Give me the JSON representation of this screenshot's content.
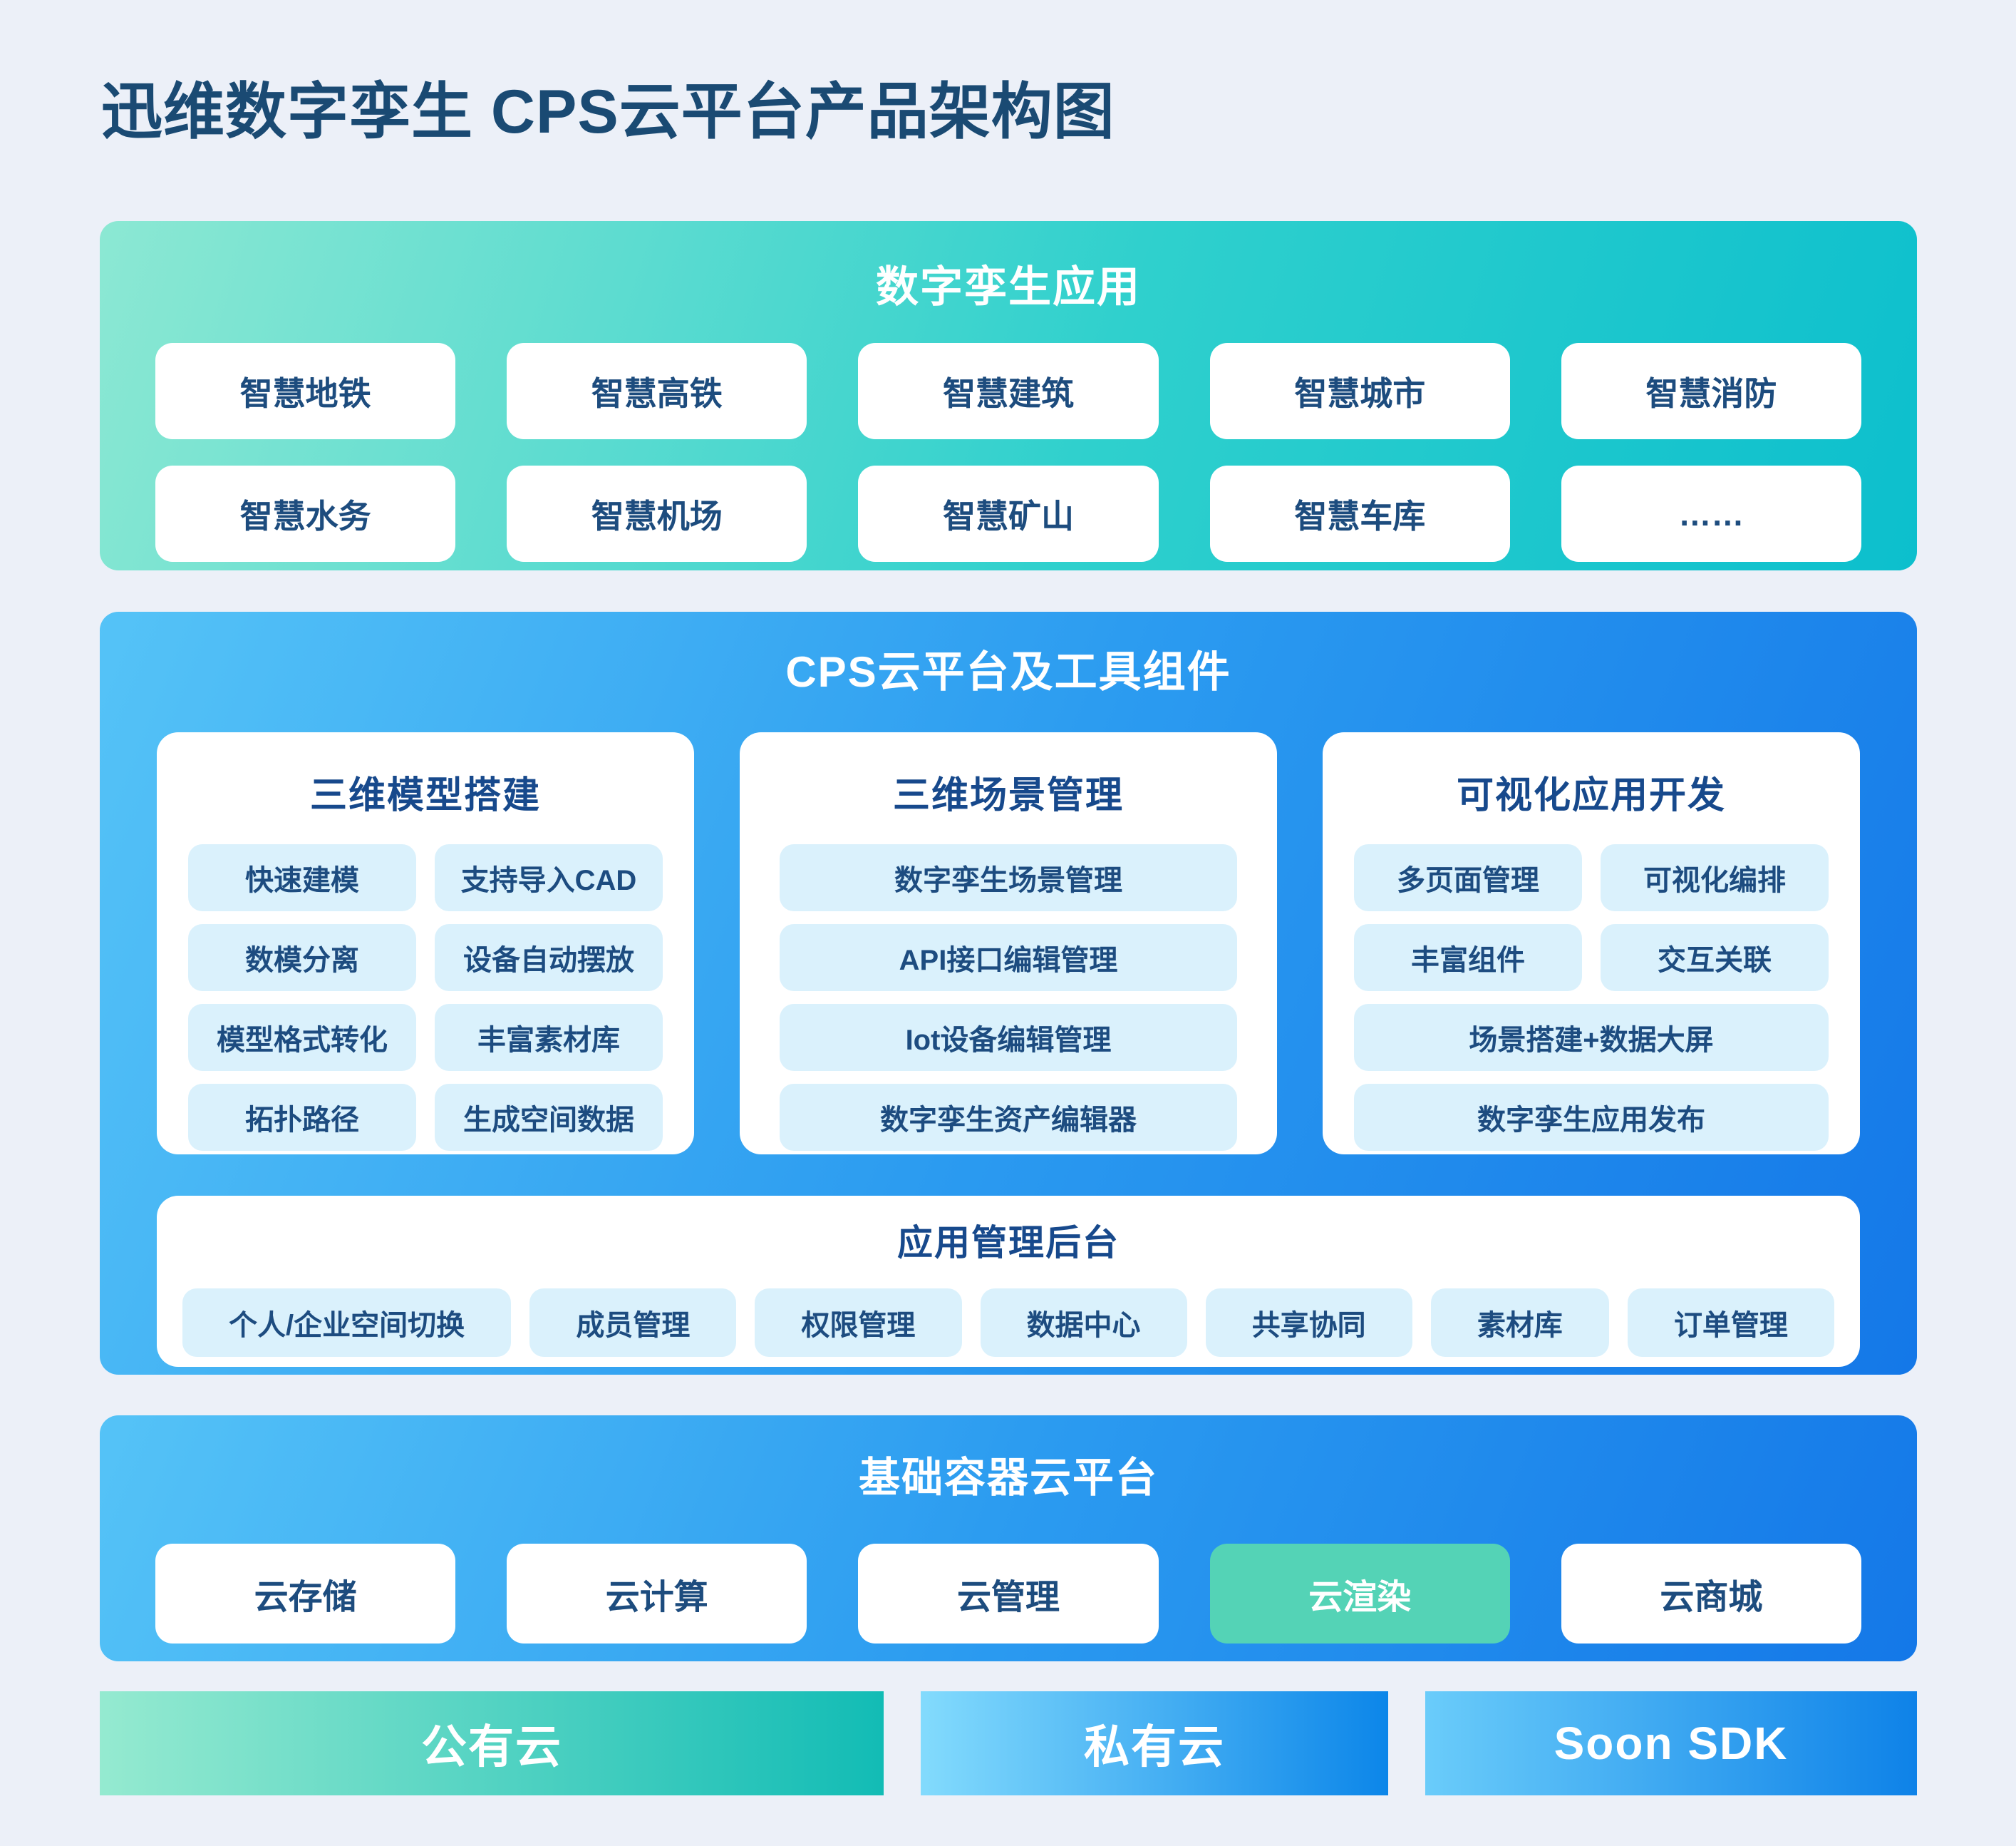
{
  "page": {
    "title": "迅维数字孪生 CPS云平台产品架构图"
  },
  "sections": {
    "apps": {
      "title": "数字孪生应用",
      "items": [
        "智慧地铁",
        "智慧高铁",
        "智慧建筑",
        "智慧城市",
        "智慧消防",
        "智慧水务",
        "智慧机场",
        "智慧矿山",
        "智慧车库",
        "……"
      ]
    },
    "platform": {
      "title": "CPS云平台及工具组件",
      "cards": [
        {
          "title": "三维模型搭建",
          "items": [
            "快速建模",
            "支持导入CAD",
            "数模分离",
            "设备自动摆放",
            "模型格式转化",
            "丰富素材库",
            "拓扑路径",
            "生成空间数据"
          ]
        },
        {
          "title": "三维场景管理",
          "items": [
            "数字孪生场景管理",
            "API接口编辑管理",
            "Iot设备编辑管理",
            "数字孪生资产编辑器"
          ]
        },
        {
          "title": "可视化应用开发",
          "items": [
            "多页面管理",
            "可视化编排",
            "丰富组件",
            "交互关联",
            "场景搭建+数据大屏",
            "数字孪生应用发布"
          ]
        }
      ],
      "admin": {
        "title": "应用管理后台",
        "items": [
          "个人/企业空间切换",
          "成员管理",
          "权限管理",
          "数据中心",
          "共享协同",
          "素材库",
          "订单管理"
        ]
      }
    },
    "base": {
      "title": "基础容器云平台",
      "items": [
        "云存储",
        "云计算",
        "云管理",
        "云渲染",
        "云商城"
      ],
      "highlighted_item": "云渲染"
    },
    "deploy": [
      "公有云",
      "私有云",
      "Soon SDK"
    ]
  },
  "colors": {
    "page_background": "#ecf0f8",
    "title_text": "#1a4a73",
    "pill_text": "#1d4c7e",
    "card_title_text": "#17498c",
    "feature_pill_background": "#daf1fc",
    "apps_gradient": [
      "#8ce8d3",
      "#0cbfcd"
    ],
    "platform_gradient": [
      "#55c3f7",
      "#1478e8"
    ],
    "highlight_pill_background": "#54d3b6",
    "public_cloud_gradient": [
      "#95ead0",
      "#12bcb5"
    ],
    "private_cloud_gradient": [
      "#83dbfd",
      "#0c86e9"
    ],
    "sdk_gradient": [
      "#6accfa",
      "#0e82e8"
    ]
  }
}
